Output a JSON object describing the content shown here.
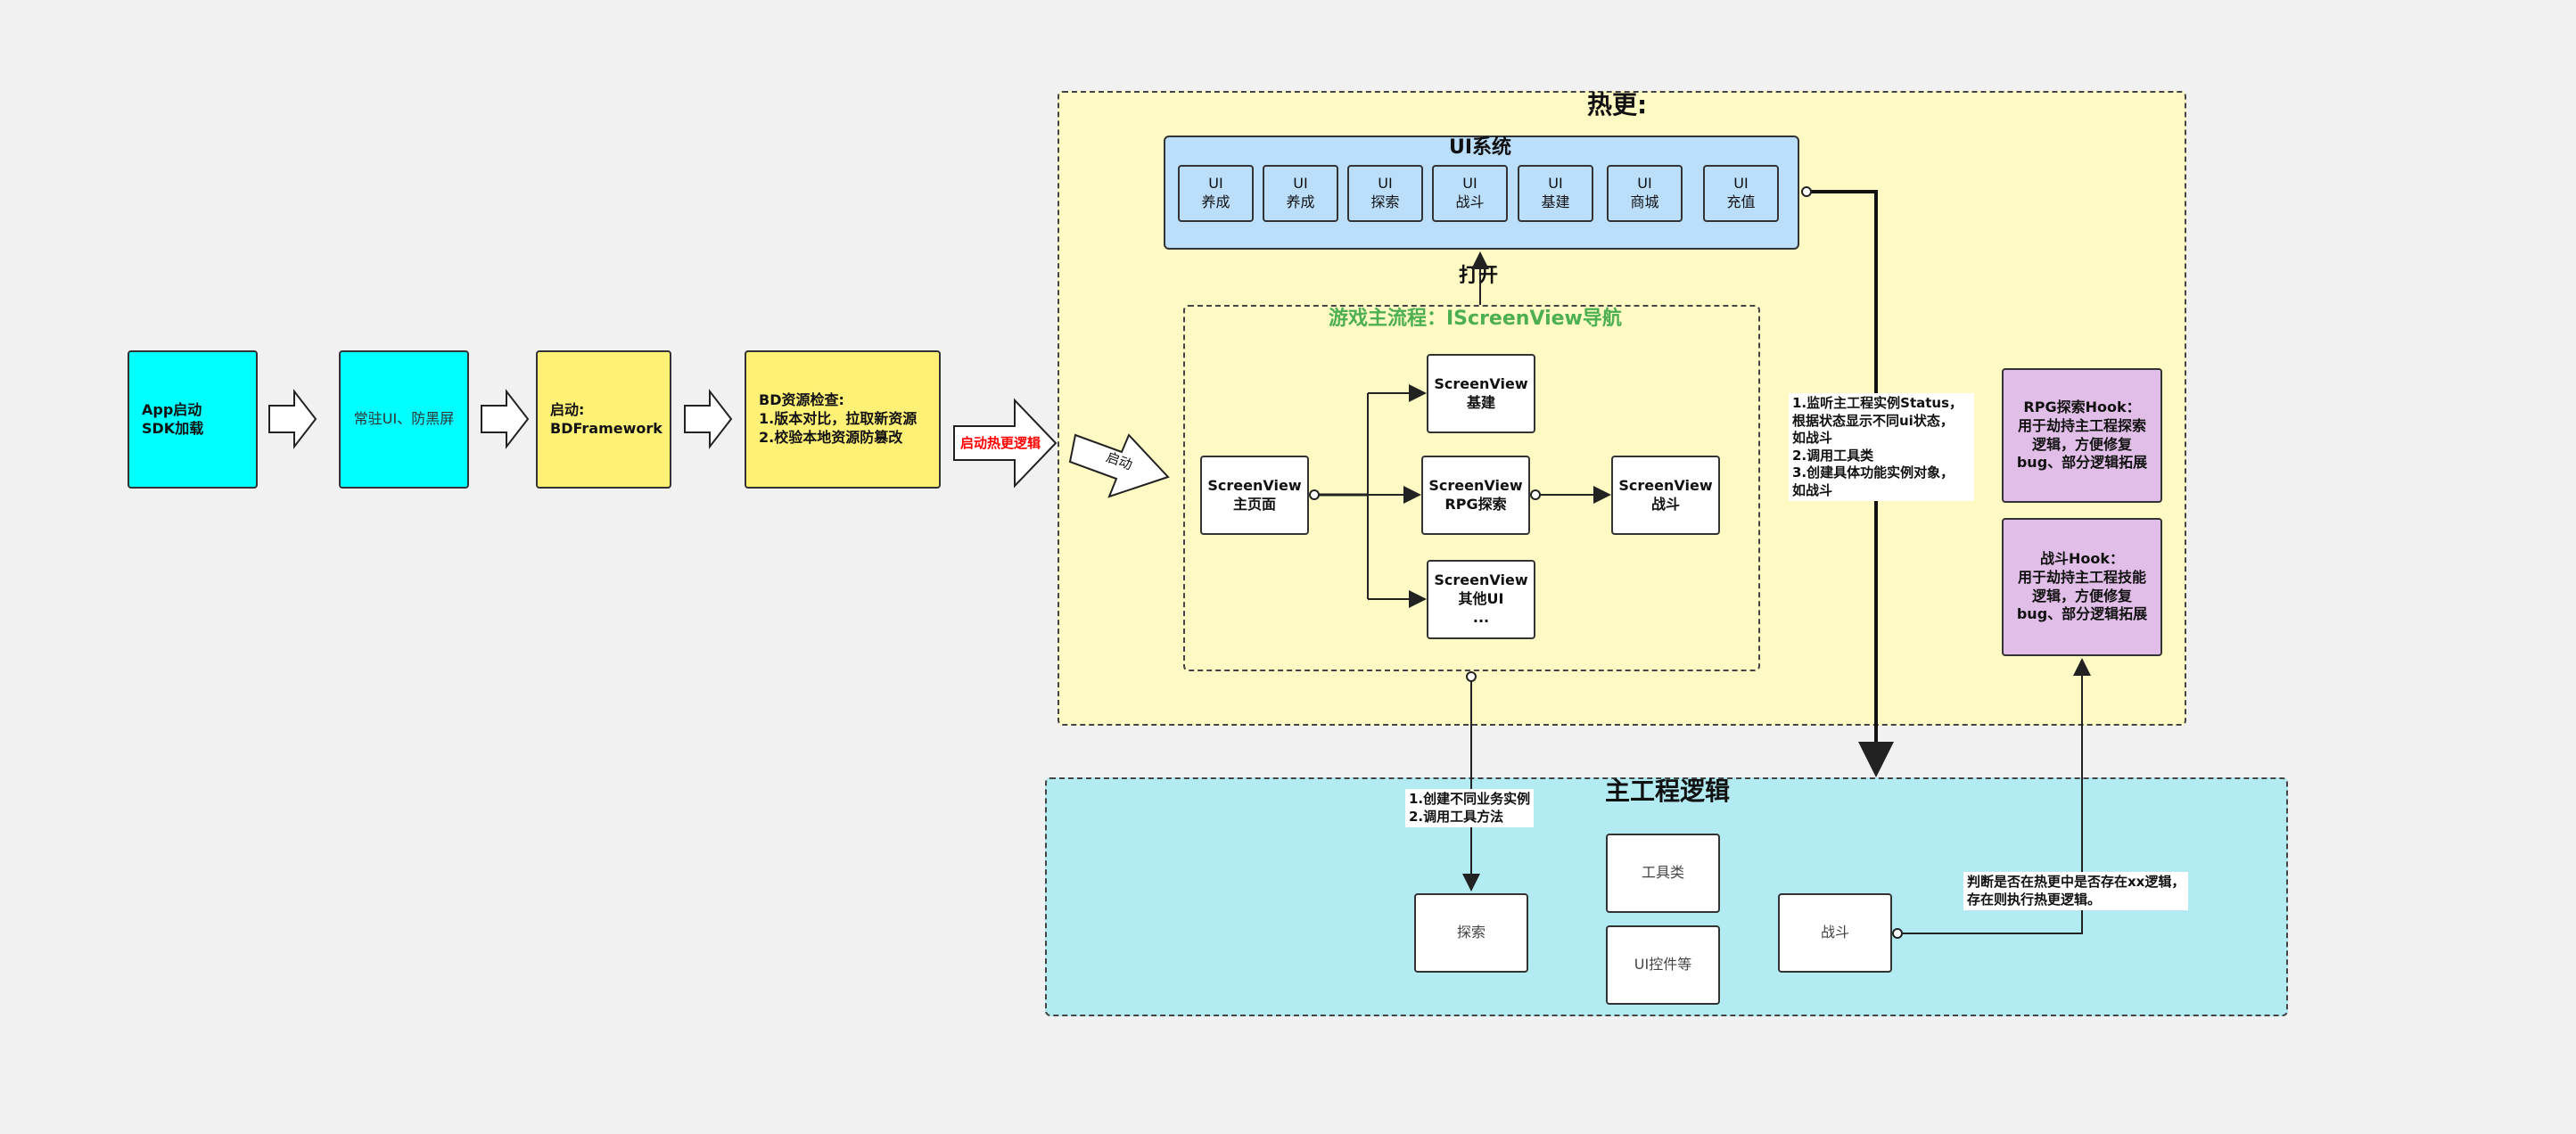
{
  "start": {
    "app": "App启动\nSDK加载",
    "ui": "常驻UI、防黑屏",
    "framework": "启动:\nBDFramework",
    "bd_check": "BD资源检查:\n1.版本对比，拉取新资源\n2.校验本地资源防篡改",
    "hot_logic": "启动热更逻辑",
    "launch": "启动"
  },
  "hot_update": {
    "title": "热更:",
    "ui_system": {
      "title": "UI系统",
      "items": [
        "UI\n养成",
        "UI\n养成",
        "UI\n探索",
        "UI\n战斗",
        "UI\n基建",
        "UI\n商城",
        "UI\n充值"
      ]
    },
    "open_label": "打开",
    "main_flow": {
      "title": "游戏主流程：IScreenView导航",
      "home": "ScreenView\n主页面",
      "build": "ScreenView\n基建",
      "rpg": "ScreenView\nRPG探索",
      "battle": "ScreenView\n战斗",
      "other": "ScreenView\n其他UI\n..."
    },
    "listen_note": "1.监听主工程实例Status，\n根据状态显示不同ui状态，\n如战斗\n2.调用工具类\n3.创建具体功能实例对象，\n如战斗",
    "rpg_hook": "RPG探索Hook：\n用于劫持主工程探索\n逻辑，方便修复\nbug、部分逻辑拓展",
    "battle_hook": "战斗Hook：\n用于劫持主工程技能\n逻辑，方便修复\nbug、部分逻辑拓展"
  },
  "main_project": {
    "title": "主工程逻辑",
    "create_note": "1.创建不同业务实例\n2.调用工具方法",
    "explore": "探索",
    "tools": "工具类",
    "ui_controls": "UI控件等",
    "battle": "战斗",
    "judge_note": "判断是否在热更中是否存在xx逻辑，\n存在则执行热更逻辑。"
  },
  "colors": {
    "cyan": "#00ffff",
    "yellow": "#fff176",
    "hot_bg": "#fff9c4",
    "ui_blue": "#bbdefb",
    "main_bg": "#b2ebf2",
    "hook_purple": "#e1bee7",
    "green_title": "#4caf50",
    "red_text": "#ff0000"
  }
}
